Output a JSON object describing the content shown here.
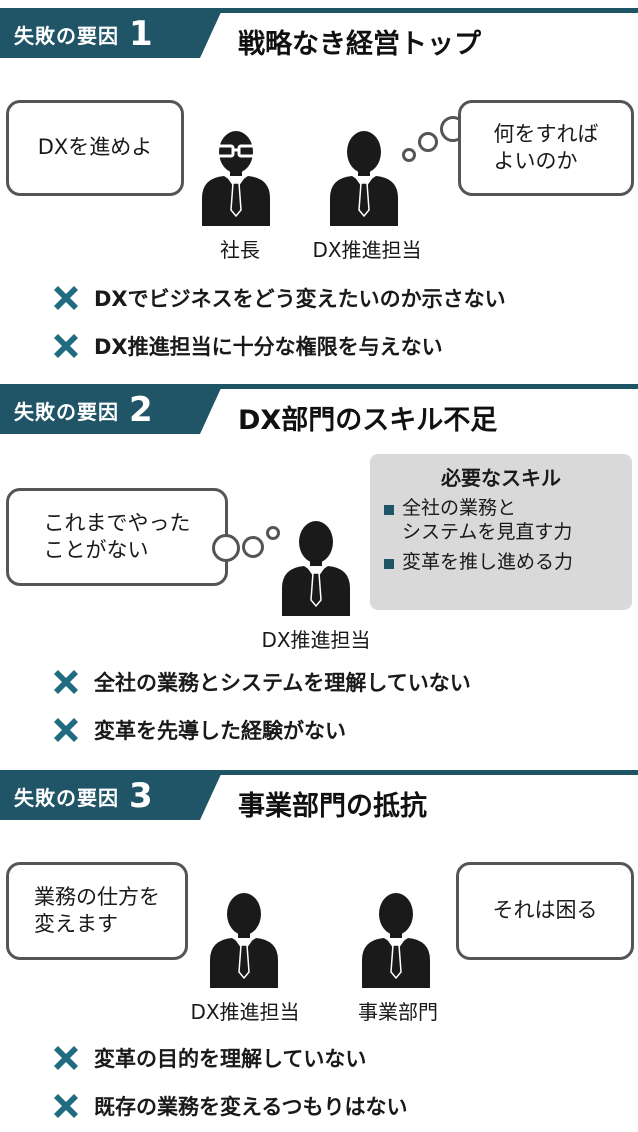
{
  "sections": [
    {
      "label": "失敗の要因",
      "number": "1",
      "title": "戦略なき経営トップ",
      "bubbles": [
        "DXを進めよ",
        "何をすれば\nよいのか"
      ],
      "people": [
        "社長",
        "DX推進担当"
      ],
      "reasons": [
        "DXでビジネスをどう変えたいのか示さない",
        "DX推進担当に十分な権限を与えない"
      ]
    },
    {
      "label": "失敗の要因",
      "number": "2",
      "title": "DX部門のスキル不足",
      "bubbles": [
        "これまでやった\nことがない"
      ],
      "people": [
        "DX推進担当"
      ],
      "skills": {
        "title": "必要なスキル",
        "items": [
          "全社の業務と\nシステムを見直す力",
          "変革を推し進める力"
        ]
      },
      "reasons": [
        "全社の業務とシステムを理解していない",
        "変革を先導した経験がない"
      ]
    },
    {
      "label": "失敗の要因",
      "number": "3",
      "title": "事業部門の抵抗",
      "bubbles": [
        "業務の仕方を\n変えます",
        "それは困る"
      ],
      "people": [
        "DX推進担当",
        "事業部門"
      ],
      "reasons": [
        "変革の目的を理解していない",
        "既存の業務を変えるつもりはない"
      ]
    }
  ],
  "colors": {
    "header": "#1f5566",
    "cross": "#1f6b80",
    "skill_bg": "#d9d9d9"
  },
  "icons": {
    "reason": "cross-icon",
    "person": "businessperson-icon",
    "glasses_person": "businessperson-glasses-icon"
  }
}
